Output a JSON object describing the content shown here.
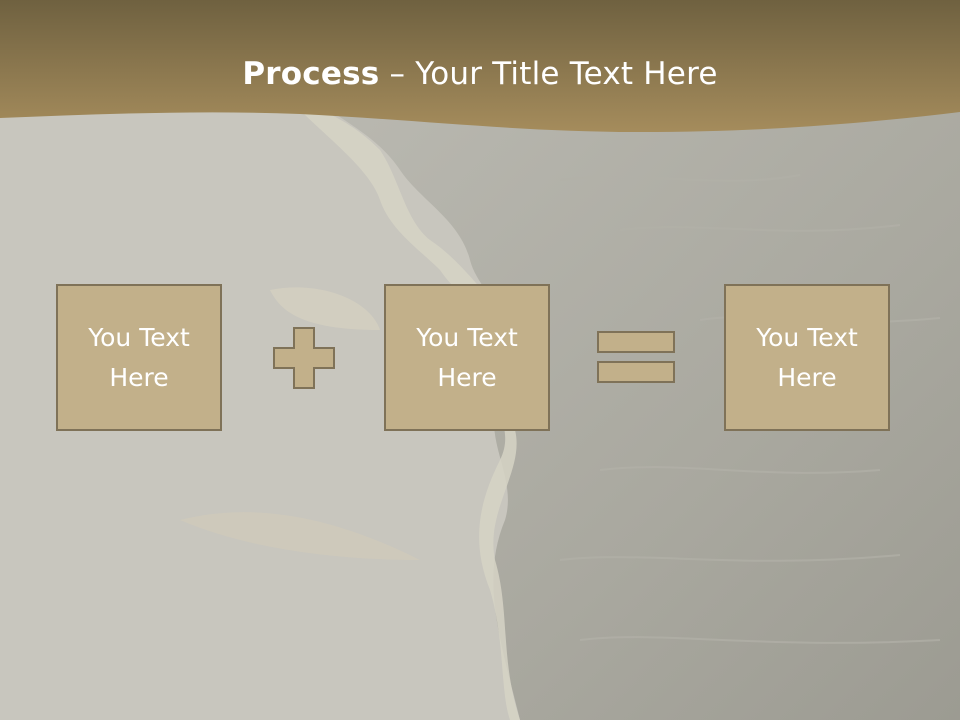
{
  "title": {
    "bold": "Process",
    "rest": " – Your Title Text Here"
  },
  "boxes": [
    {
      "label": "You Text Here"
    },
    {
      "label": "You Text Here"
    },
    {
      "label": "You Text Here"
    }
  ],
  "operators": {
    "first": "plus-icon",
    "second": "equals-icon"
  },
  "colors": {
    "banner": "#8f7a4f",
    "box_fill": "#c2b08a",
    "box_border": "#7f7258",
    "text": "#ffffff"
  }
}
